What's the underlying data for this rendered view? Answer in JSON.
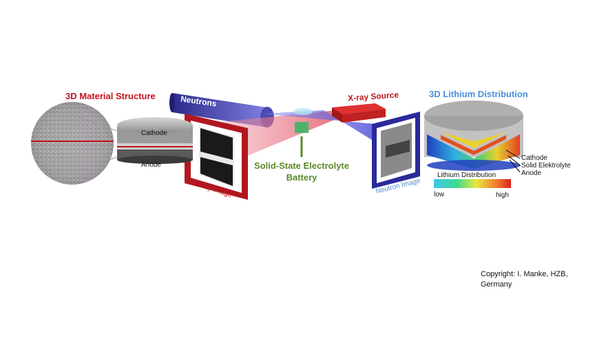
{
  "labels": {
    "material_structure": "3D Material Structure",
    "cathode_left": "Cathode",
    "anode_left": "Anode",
    "neutrons": "Neutrons",
    "xray_image": "X-ray Image",
    "battery_line1": "Solid-State Electrolyte",
    "battery_line2": "Battery",
    "xray_source": "X-ray Source",
    "neutron_image": "Neutron Image",
    "lithium_distribution_title": "3D Lithium Distribution",
    "cathode_right": "Cathode",
    "solid_elektrolyte": "Solid Elektrolyte",
    "anode_right": "Anode",
    "colorbar_title": "Lithium Distribution",
    "colorbar_low": "low",
    "colorbar_high": "high"
  },
  "copyright": {
    "line1": "Copyright: I. Manke, HZB,",
    "line2": "Germany"
  },
  "colors": {
    "red_accent": "#c0141b",
    "blue_accent": "#4a90d9",
    "green_accent": "#5a8a2a",
    "neutron_frame": "#2a2a9a",
    "xray_frame": "#b01820"
  }
}
